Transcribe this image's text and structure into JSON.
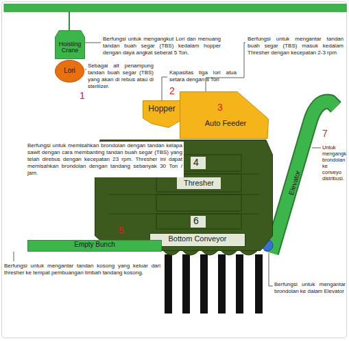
{
  "diagram": {
    "nodes": [
      {
        "text": [
          "Hoisting Crane"
        ]
      },
      {
        "text": [
          "Lori"
        ]
      },
      {
        "text": [
          "Hopper"
        ]
      },
      {
        "text": [
          "Auto Feeder"
        ]
      },
      {
        "text": [
          "Thresher"
        ]
      },
      {
        "text": [
          "Bottom Conveyor"
        ],
        "in": 4
      },
      {
        "text": [
          "Empty Bunch"
        ]
      },
      {
        "text": [
          "Elevator"
        ]
      }
    ],
    "labels": [
      "Berfungsi untuk mengangkut Lori dan menuang tandan buah segar (TBS) kedalam hopper dengan daya angkat seberat 5 Ton.",
      "Sebagai alt penampung tandan buah segar (TBS) yang akan di rebus atau di sterilizer.",
      "1",
      "Kapasitas tiga lori atua setara dengan 8 Ton",
      "2",
      "Berfungsi untuk mengantar tandan buah segar (TBS) masuk kedalam Thresher dengan kecepatan 2-3 rpm",
      "3",
      "Berfungsi untuk memisahkan brondolan dengan tandan kelapa sawit dengan cara membanting tandan buah segar (TBS) yang telah direbus dengan kecepatan 23 rpm. Thresher ini dapat memisahkan brondolan dengan tandang sebanyak 30 Ton / jam.",
      "4",
      "7",
      "Untuk mengangk brondolan ke conveyo distribusi.",
      "5",
      "6",
      "Berfungsi untuk mengantar tandan kosong yang keluar dari thresher ke tempat pembuangan limbah tandang kosong.",
      "Berfungsi untuk mengantar brondolan ke dalam Elevator"
    ]
  }
}
